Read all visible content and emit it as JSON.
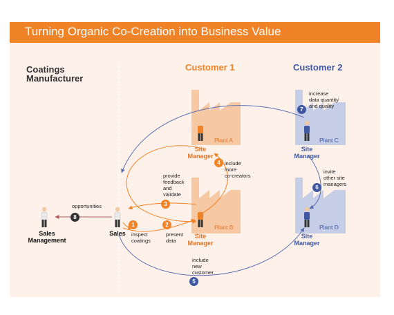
{
  "title": "Turning Organic Co-Creation into Business Value",
  "columns": {
    "manufacturer": "Coatings\nManufacturer",
    "customer1": "Customer 1",
    "customer2": "Customer 2"
  },
  "plants": {
    "a": "Plant A",
    "b": "Plant B",
    "c": "Plant C",
    "d": "Plant D"
  },
  "roles": {
    "site_manager": "Site\nManager",
    "sales": "Sales",
    "sales_management": "Sales\nManagement"
  },
  "steps": [
    {
      "num": "1",
      "label": "inspect\ncoatings"
    },
    {
      "num": "2",
      "label": "present\ndata"
    },
    {
      "num": "3",
      "label": "provide\nfeedback\nand\nvalidate"
    },
    {
      "num": "4",
      "label": "include\nmore\nco-creators"
    },
    {
      "num": "5",
      "label": "include\nnew\ncustomer"
    },
    {
      "num": "6",
      "label": "invite\nother site\nmanagers"
    },
    {
      "num": "7",
      "label": "increase\ndata quantity\nand quality"
    },
    {
      "num": "8",
      "label": "opportunities"
    }
  ],
  "colors": {
    "orange": "#f08328",
    "blue": "#3f58a1",
    "panel": "#fdf1e9",
    "factory_orange": "#f7c8a4",
    "factory_blue": "#c6cde6"
  }
}
